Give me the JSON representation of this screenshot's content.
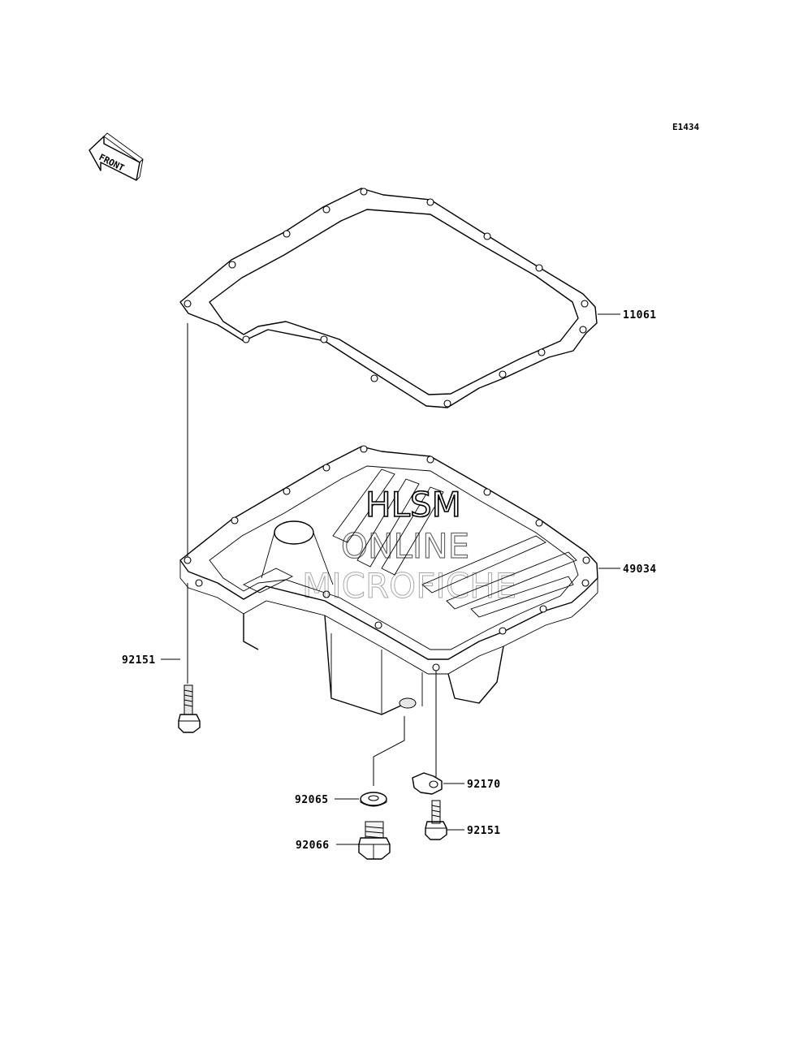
{
  "diagram": {
    "code": "E1434",
    "front_arrow": "FRONT",
    "parts": [
      {
        "number": "11061"
      },
      {
        "number": "49034"
      },
      {
        "number": "92151"
      },
      {
        "number": "92170"
      },
      {
        "number": "92065"
      },
      {
        "number": "92151"
      },
      {
        "number": "92066"
      }
    ],
    "watermark": {
      "line1": "HLSM",
      "line2": "ONLINE",
      "line3": "MICROFICHE"
    }
  }
}
